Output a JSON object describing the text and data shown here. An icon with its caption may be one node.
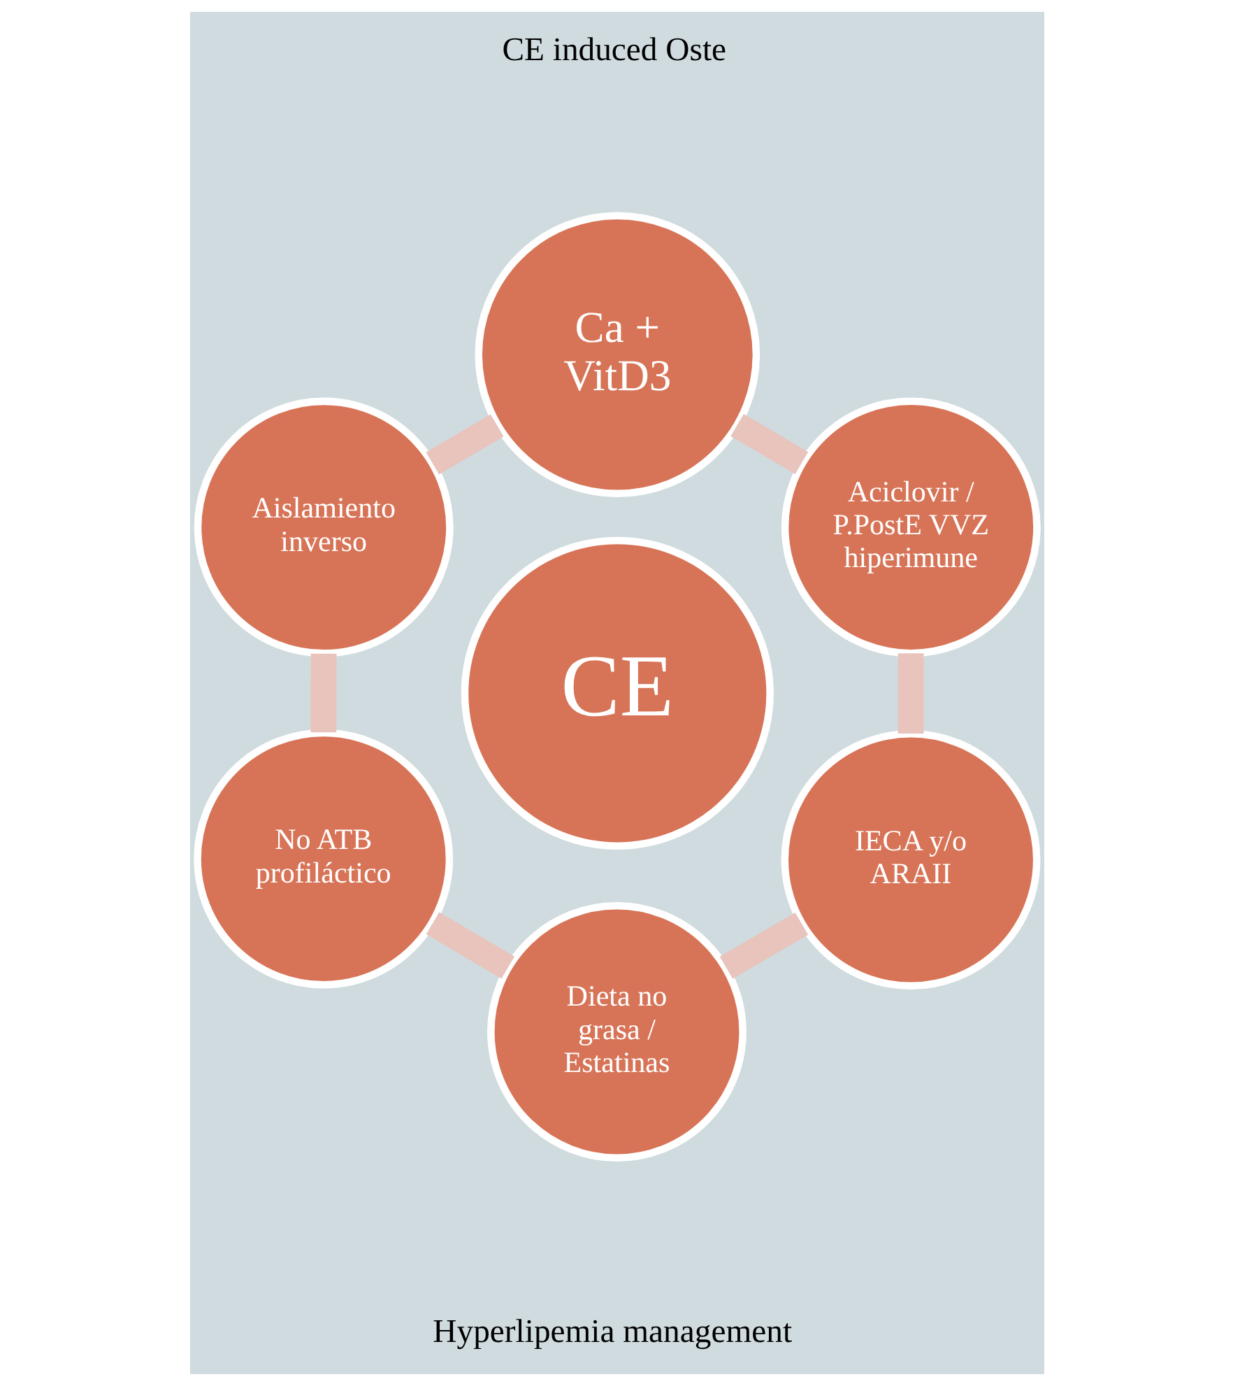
{
  "diagram": {
    "nodes": [
      {
        "text": [
          "CE"
        ]
      },
      {
        "text": [
          "Ca + VitD3"
        ]
      },
      {
        "text": [
          "Aislamiento inverso"
        ]
      },
      {
        "text": [
          "No ATB profiláctico"
        ]
      },
      {
        "text": [
          "Dieta no grasa / Estatinas"
        ]
      },
      {
        "text": [
          "IECA y/o ARAII"
        ]
      },
      {
        "text": [
          "Aciclovir / P.PostE VVZ hiperimune"
        ]
      }
    ],
    "edges": [
      {
        "from": 1,
        "to": 2,
        "arrow": "none"
      },
      {
        "from": 2,
        "to": 3,
        "arrow": "none"
      },
      {
        "from": 3,
        "to": 4,
        "arrow": "none"
      },
      {
        "from": 4,
        "to": 5,
        "arrow": "none"
      },
      {
        "from": 5,
        "to": 6,
        "arrow": "none"
      },
      {
        "from": 6,
        "to": 1,
        "arrow": "none"
      }
    ],
    "labels": [
      "CE induced Oste",
      "Hyperlipemia management"
    ]
  }
}
